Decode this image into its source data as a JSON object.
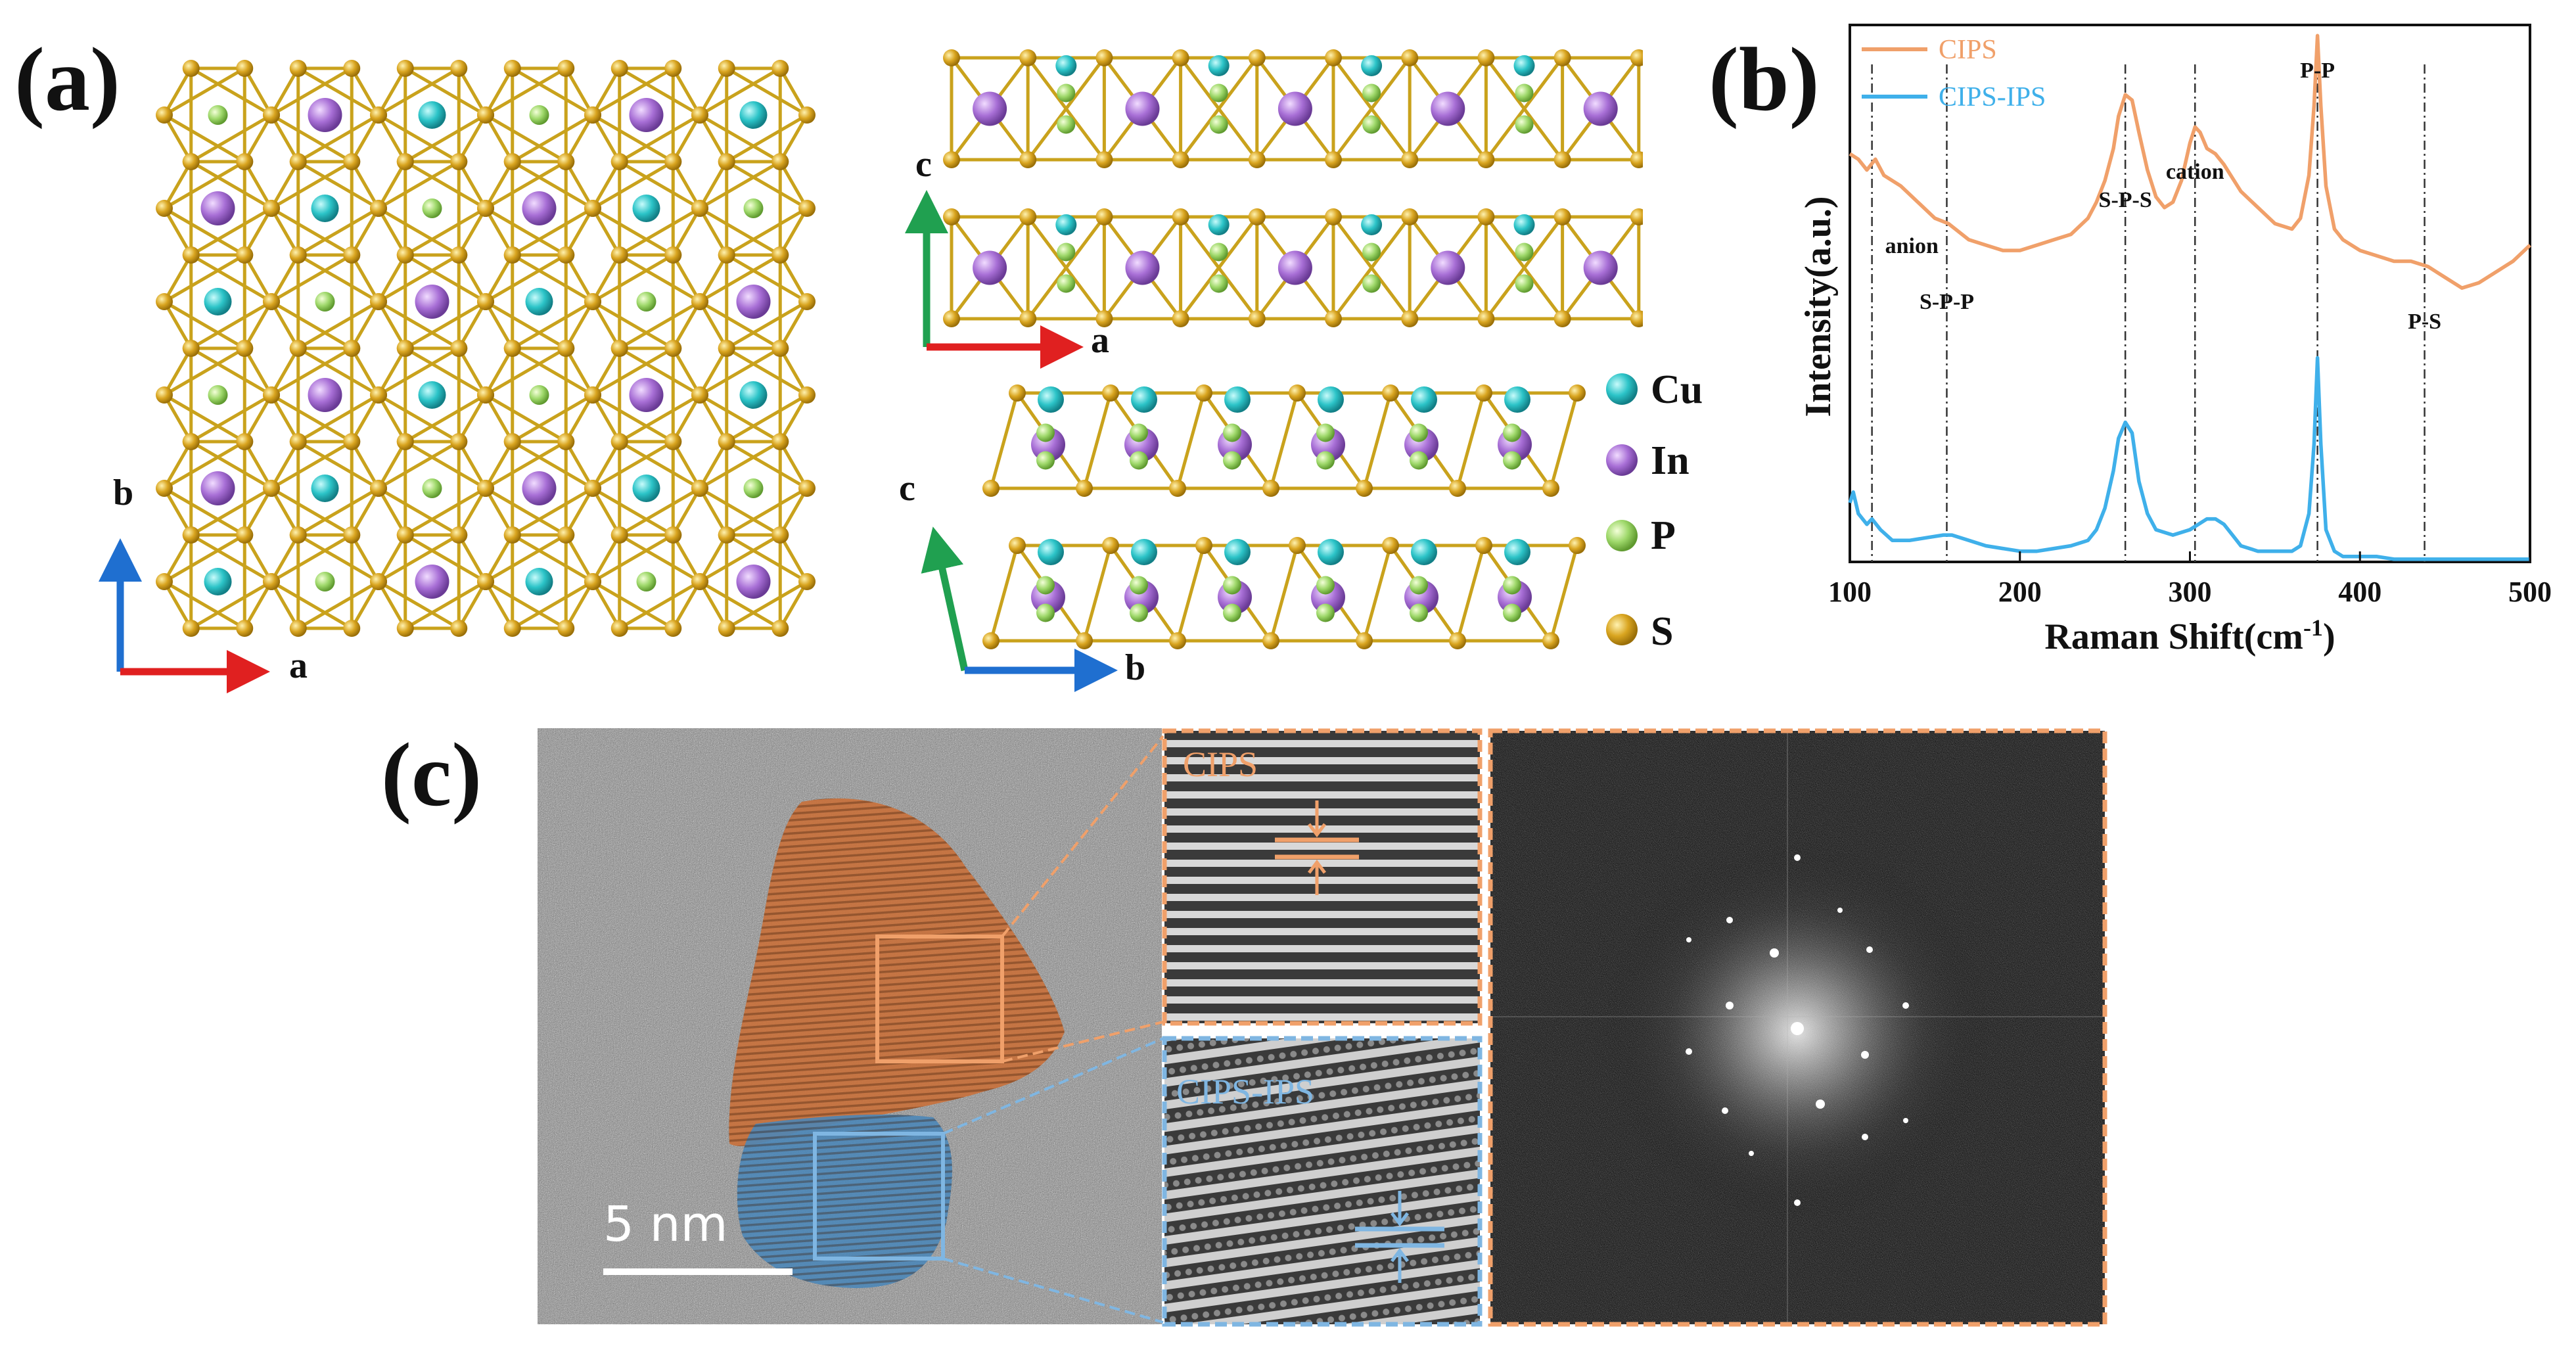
{
  "figure": {
    "panel_a": {
      "label": "(a)",
      "top_view_axes": {
        "vertical": "b",
        "horizontal": "a"
      },
      "side_view_ac_axes": {
        "vertical": "c",
        "horizontal": "a"
      },
      "side_view_bc_axes": {
        "vertical": "c",
        "horizontal": "b"
      },
      "legend": [
        {
          "element": "Cu",
          "color": "#2cc4c8"
        },
        {
          "element": "In",
          "color": "#a86fd6"
        },
        {
          "element": "P",
          "color": "#9ed86a"
        },
        {
          "element": "S",
          "color": "#d9a520"
        }
      ]
    },
    "panel_c": {
      "label": "(c)",
      "scale_bar": "5 nm",
      "inset_top_label": "CIPS",
      "inset_bottom_label": "CIPS-IPS",
      "colors": {
        "cips": "#f0a06a",
        "cips_ips": "#7fb6e2"
      }
    }
  },
  "chart_data": {
    "type": "line",
    "panel_label": "(b)",
    "xlabel": "Raman Shift(cm",
    "xlabel_sup": "-1",
    "xlabel_close": ")",
    "ylabel": "Intensity(a.u.)",
    "xlim": [
      100,
      500
    ],
    "xticks": [
      100,
      200,
      300,
      400,
      500
    ],
    "yticks": [],
    "legend_position": "top-left",
    "series": [
      {
        "name": "CIPS",
        "color": "#f0a06a",
        "x": [
          100,
          105,
          110,
          115,
          120,
          130,
          140,
          150,
          158,
          170,
          180,
          190,
          200,
          210,
          220,
          230,
          240,
          245,
          250,
          255,
          258,
          262,
          266,
          270,
          275,
          280,
          285,
          290,
          295,
          300,
          303,
          306,
          310,
          315,
          320,
          330,
          340,
          350,
          360,
          365,
          370,
          373,
          375,
          377,
          380,
          385,
          390,
          400,
          410,
          420,
          430,
          440,
          445,
          450,
          455,
          460,
          470,
          480,
          490,
          500
        ],
        "y": [
          0.76,
          0.75,
          0.73,
          0.75,
          0.72,
          0.7,
          0.67,
          0.64,
          0.63,
          0.6,
          0.59,
          0.58,
          0.58,
          0.59,
          0.6,
          0.61,
          0.64,
          0.67,
          0.71,
          0.77,
          0.83,
          0.87,
          0.86,
          0.8,
          0.73,
          0.68,
          0.66,
          0.67,
          0.71,
          0.78,
          0.81,
          0.8,
          0.77,
          0.76,
          0.74,
          0.69,
          0.66,
          0.63,
          0.62,
          0.64,
          0.72,
          0.85,
          0.98,
          0.85,
          0.7,
          0.62,
          0.6,
          0.58,
          0.57,
          0.56,
          0.56,
          0.55,
          0.54,
          0.53,
          0.52,
          0.51,
          0.52,
          0.54,
          0.56,
          0.59
        ]
      },
      {
        "name": "CIPS-IPS",
        "color": "#3fb0ea",
        "x": [
          100,
          102,
          105,
          110,
          113,
          118,
          125,
          135,
          145,
          155,
          160,
          170,
          180,
          190,
          200,
          210,
          220,
          230,
          240,
          245,
          250,
          255,
          258,
          262,
          266,
          270,
          275,
          280,
          290,
          300,
          305,
          310,
          315,
          320,
          325,
          330,
          340,
          350,
          360,
          365,
          370,
          373,
          375,
          377,
          380,
          385,
          390,
          400,
          410,
          420,
          430,
          440,
          450,
          460,
          470,
          480,
          490,
          500
        ],
        "y": [
          0.11,
          0.13,
          0.09,
          0.07,
          0.08,
          0.06,
          0.04,
          0.04,
          0.045,
          0.05,
          0.05,
          0.04,
          0.03,
          0.025,
          0.02,
          0.02,
          0.025,
          0.03,
          0.04,
          0.06,
          0.1,
          0.17,
          0.23,
          0.26,
          0.24,
          0.15,
          0.09,
          0.06,
          0.05,
          0.06,
          0.07,
          0.08,
          0.08,
          0.07,
          0.05,
          0.03,
          0.02,
          0.02,
          0.02,
          0.03,
          0.09,
          0.22,
          0.38,
          0.22,
          0.06,
          0.02,
          0.01,
          0.01,
          0.01,
          0.005,
          0.005,
          0.005,
          0.005,
          0.005,
          0.005,
          0.005,
          0.005,
          0.005
        ]
      }
    ],
    "annotations": [
      {
        "text": "anion",
        "x": 113
      },
      {
        "text": "S-P-P",
        "x": 157
      },
      {
        "text": "S-P-S",
        "x": 262
      },
      {
        "text": "cation",
        "x": 303
      },
      {
        "text": "P-P",
        "x": 375
      },
      {
        "text": "P-S",
        "x": 438
      }
    ]
  }
}
